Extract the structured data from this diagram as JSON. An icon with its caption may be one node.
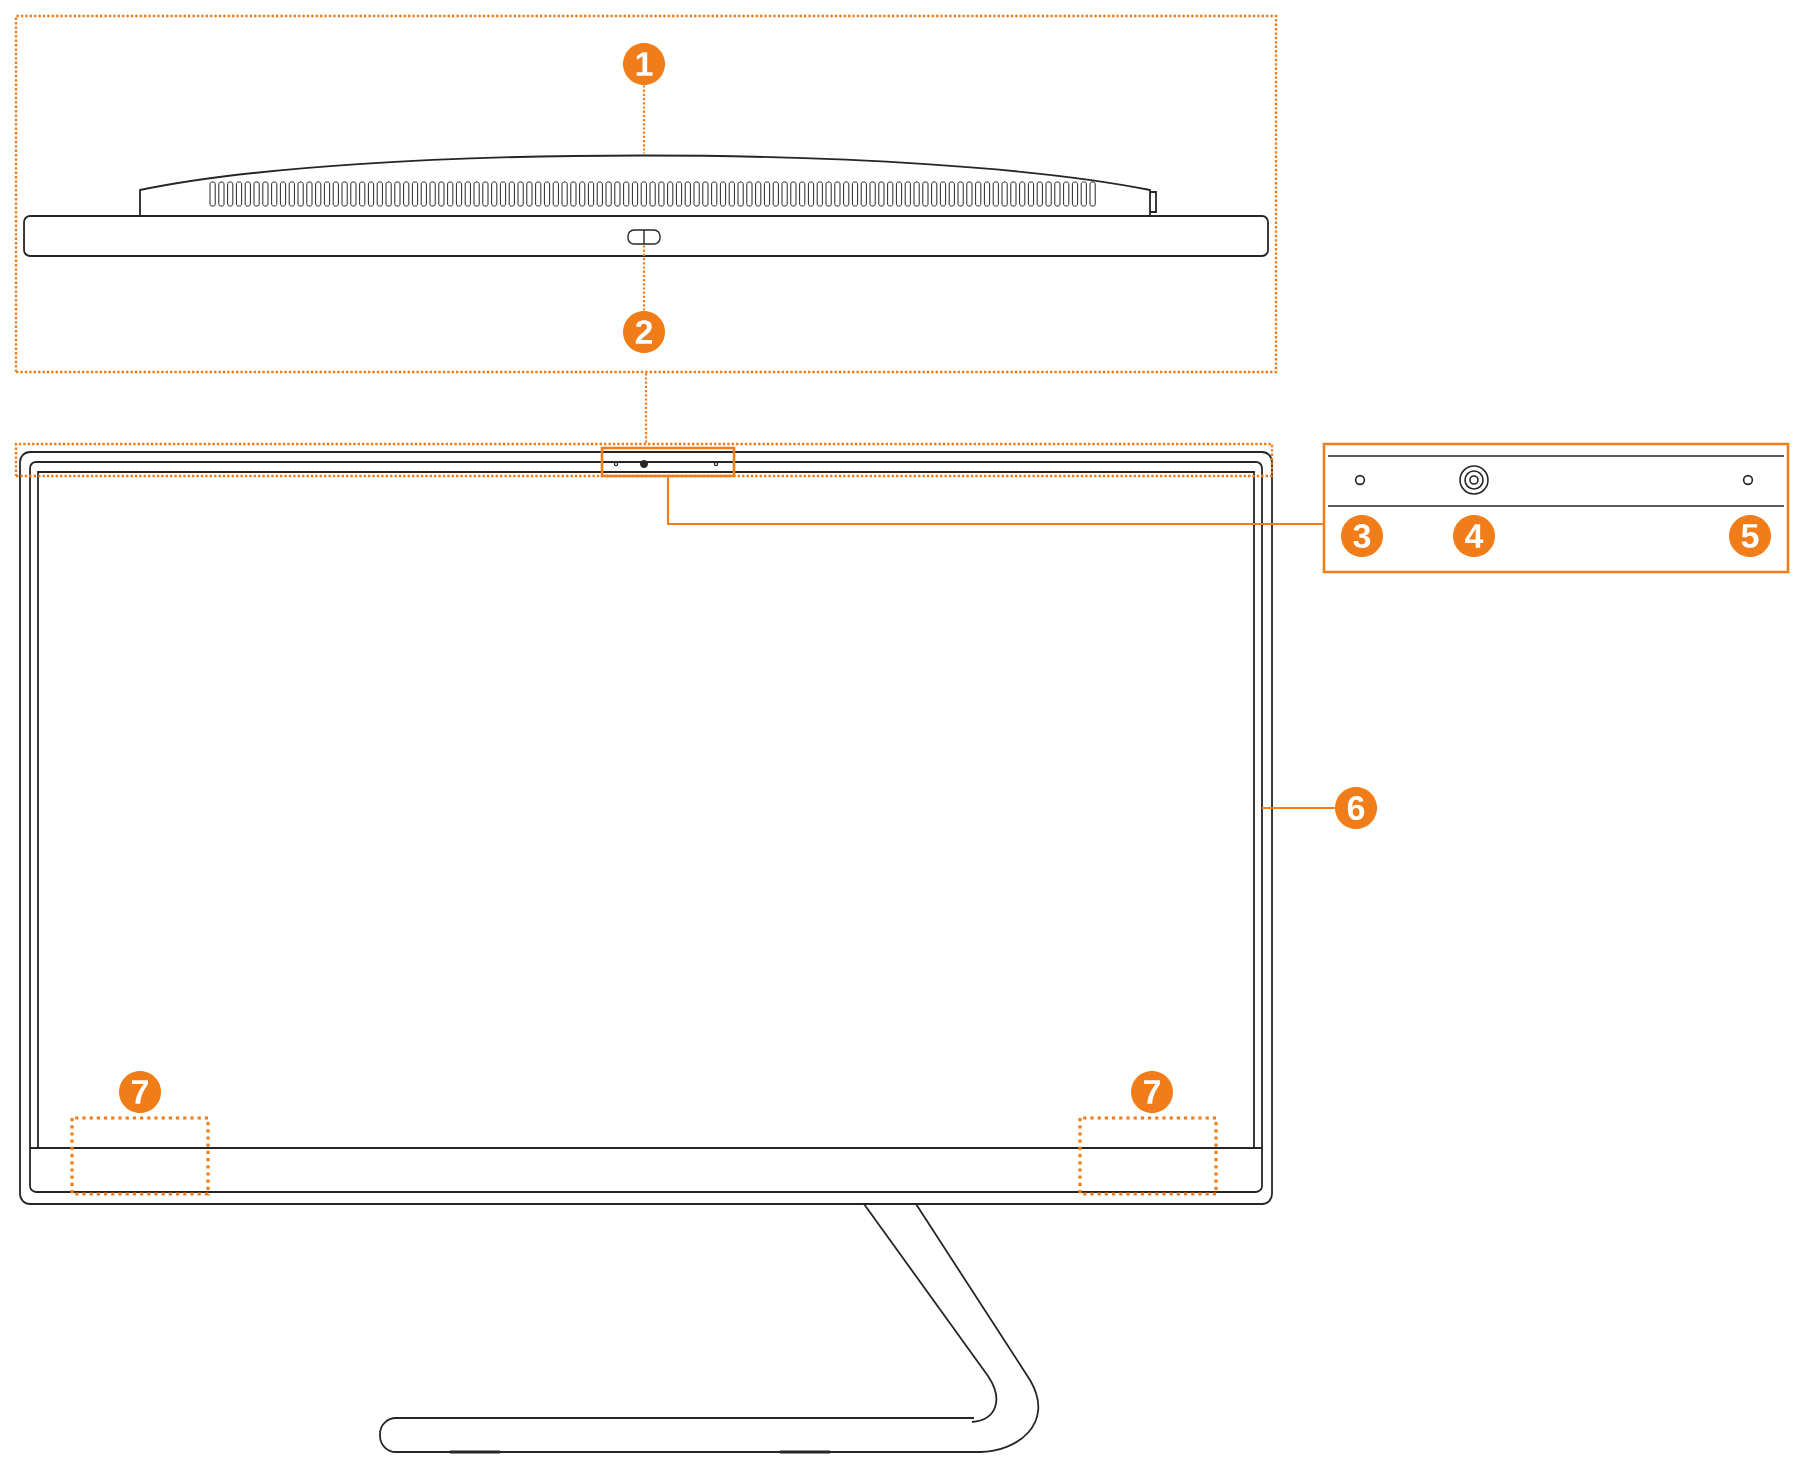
{
  "diagram": {
    "nodes": [
      {
        "text": [],
        "shape": "box"
      },
      {
        "text": [
          "1"
        ],
        "in": 0
      },
      {
        "text": [],
        "shape": "picture",
        "in": 0
      },
      {
        "text": [
          "2"
        ],
        "in": 0
      },
      {
        "text": [],
        "shape": "box"
      },
      {
        "text": [],
        "shape": "box",
        "in": 4
      },
      {
        "text": [],
        "shape": "box"
      },
      {
        "text": [
          "3"
        ],
        "in": 6
      },
      {
        "text": [
          "4"
        ],
        "in": 6
      },
      {
        "text": [
          "5"
        ],
        "in": 6
      },
      {
        "text": [
          "6"
        ]
      },
      {
        "text": [
          "7"
        ]
      },
      {
        "text": [
          "7"
        ]
      }
    ],
    "edges": [
      {
        "from": 1,
        "to": 2,
        "arrow": "none",
        "style": "dashed"
      },
      {
        "from": 3,
        "to": 2,
        "arrow": "none",
        "style": "dashed"
      },
      {
        "from": 0,
        "to": 4,
        "arrow": "none",
        "style": "dashed"
      },
      {
        "from": 5,
        "to": 6,
        "arrow": "none"
      },
      {
        "from": 10,
        "to": null,
        "arrow": "none"
      }
    ]
  }
}
